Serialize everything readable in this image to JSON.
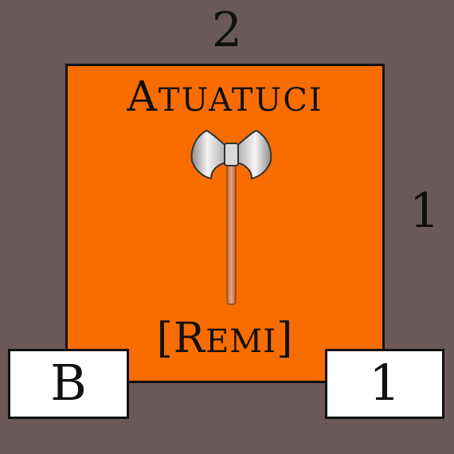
{
  "counter": {
    "background_color": "#f96d00",
    "border_color": "#111111",
    "table_color": "#6b5858",
    "top_value": "2",
    "side_value": "1",
    "tribe_name": "Atuatuci",
    "affiliation": "[Remi]",
    "unit_icon": "battle-axe-icon",
    "bottom_left_label": "B",
    "bottom_right_value": "1"
  }
}
